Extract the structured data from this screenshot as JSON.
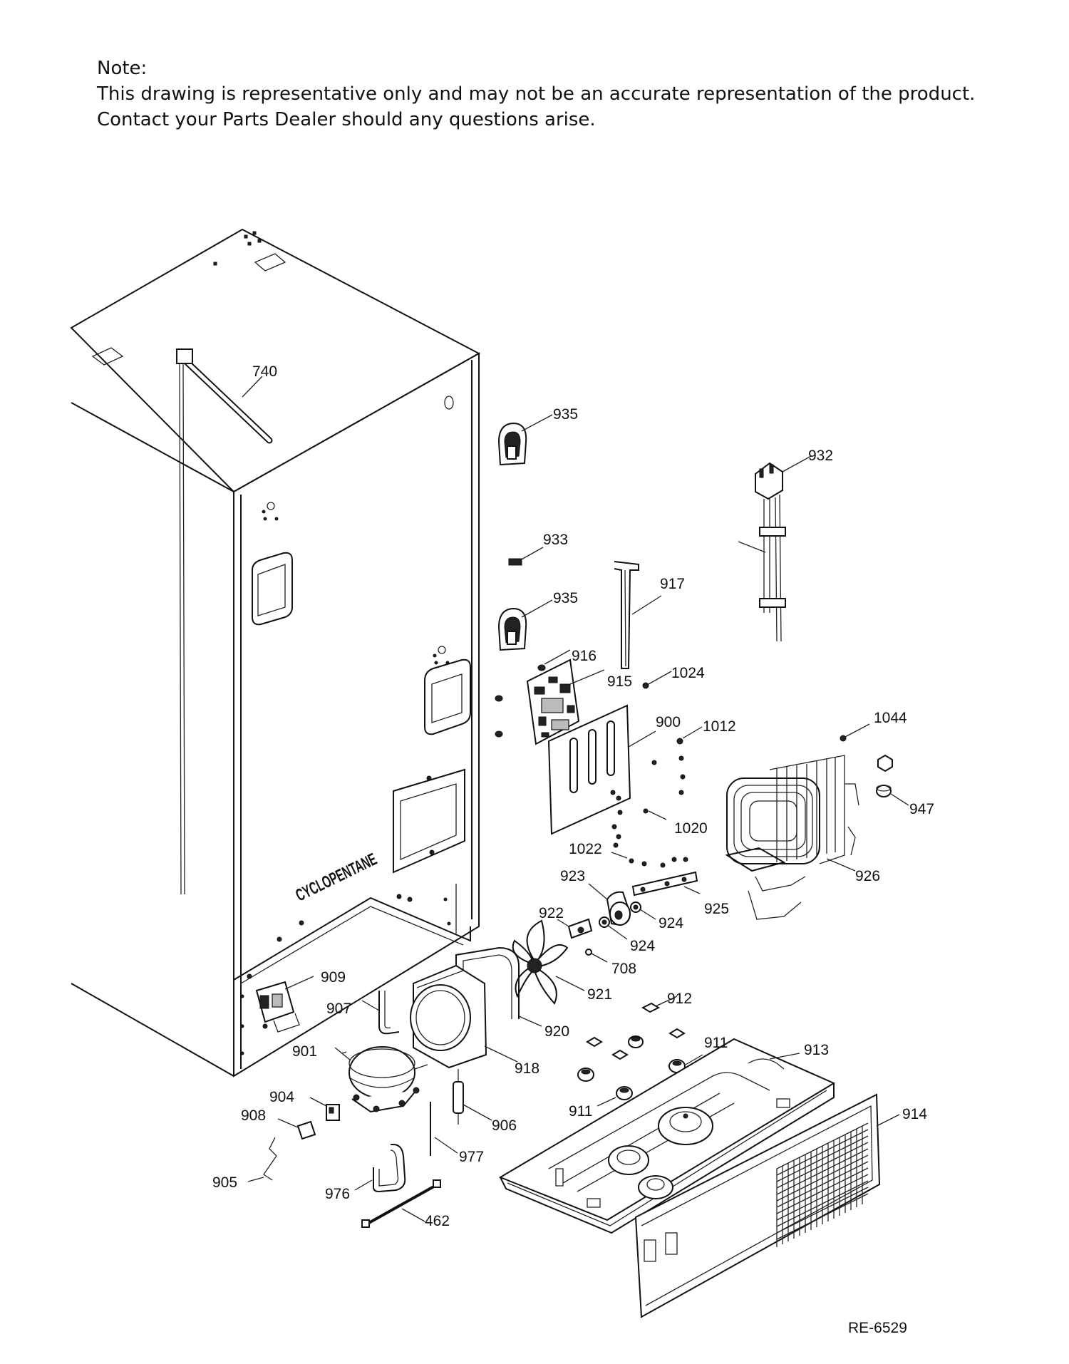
{
  "note": {
    "heading": "Note:",
    "line1": "This drawing is representative only and may not be an accurate representation of the product.",
    "line2": "Contact your Parts Dealer should any questions arise."
  },
  "stencil_text": "CYCLOPENTANE",
  "reference": "RE-6529",
  "callouts": {
    "c740": "740",
    "c935a": "935",
    "c932": "932",
    "c933": "933",
    "c917": "917",
    "c935b": "935",
    "c916": "916",
    "c915": "915",
    "c1024": "1024",
    "c900": "900",
    "c1012": "1012",
    "c1044": "1044",
    "c947": "947",
    "c1020": "1020",
    "c926": "926",
    "c1022": "1022",
    "c923": "923",
    "c925": "925",
    "c922": "922",
    "c924a": "924",
    "c924b": "924",
    "c708": "708",
    "c921": "921",
    "c909": "909",
    "c907": "907",
    "c912": "912",
    "c911a": "911",
    "c920": "920",
    "c913": "913",
    "c901": "901",
    "c918": "918",
    "c904": "904",
    "c908": "908",
    "c906": "906",
    "c911b": "911",
    "c914": "914",
    "c977": "977",
    "c905": "905",
    "c976": "976",
    "c462": "462"
  }
}
